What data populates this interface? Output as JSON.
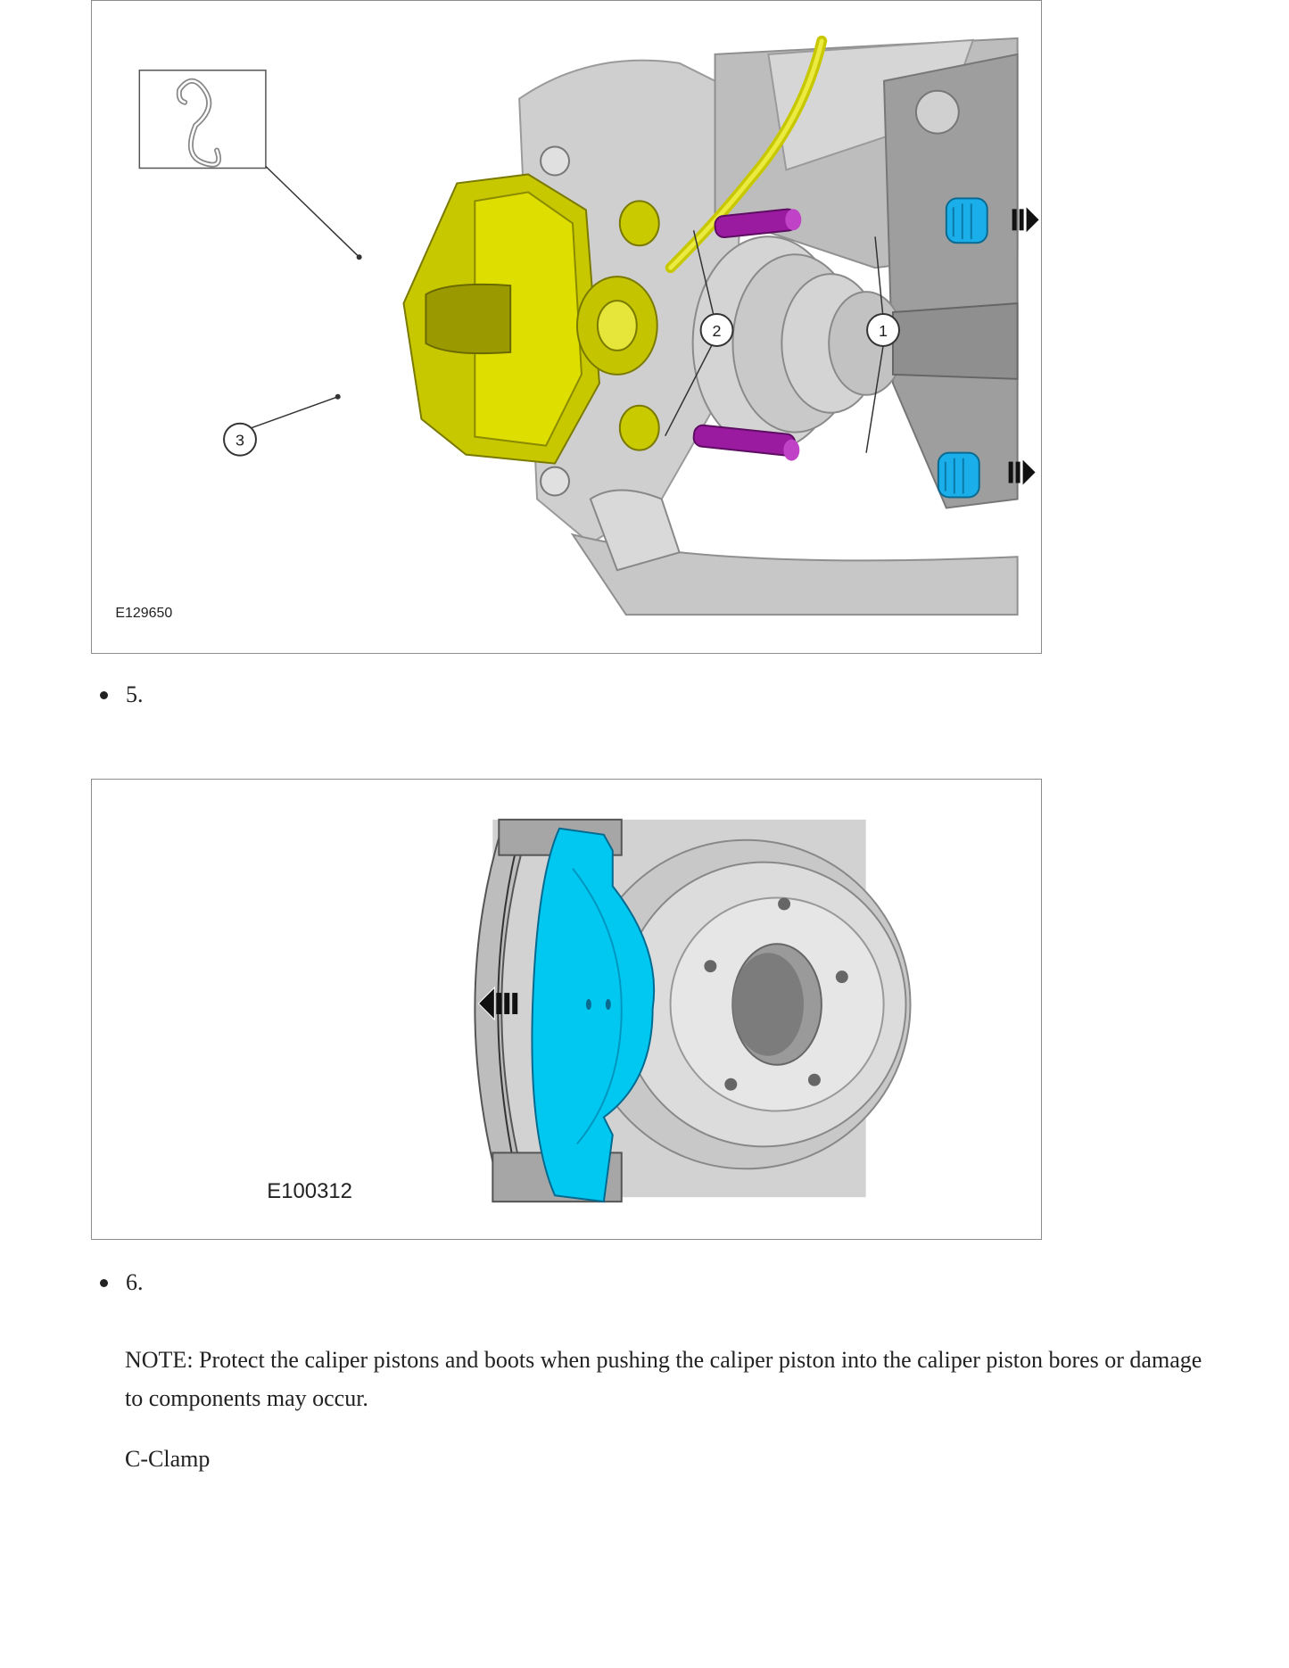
{
  "figures": [
    {
      "id": "E129650",
      "callouts": [
        "1",
        "2",
        "3"
      ],
      "icons": [
        "s-hook-icon",
        "arrow-right-icon"
      ]
    },
    {
      "id": "E100312",
      "icons": [
        "arrow-left-icon"
      ]
    }
  ],
  "steps": [
    {
      "number": "5."
    },
    {
      "number": "6.",
      "note": "NOTE: Protect the caliper pistons and boots when pushing the caliper piston into the caliper piston bores or damage to components may occur.",
      "tool": "C-Clamp"
    }
  ],
  "colors": {
    "caliper": "#d8d800",
    "pins": "#9a1aa0",
    "caps": "#1aaeea",
    "pad": "#00c8f0",
    "frame": "#8c8c8c"
  }
}
